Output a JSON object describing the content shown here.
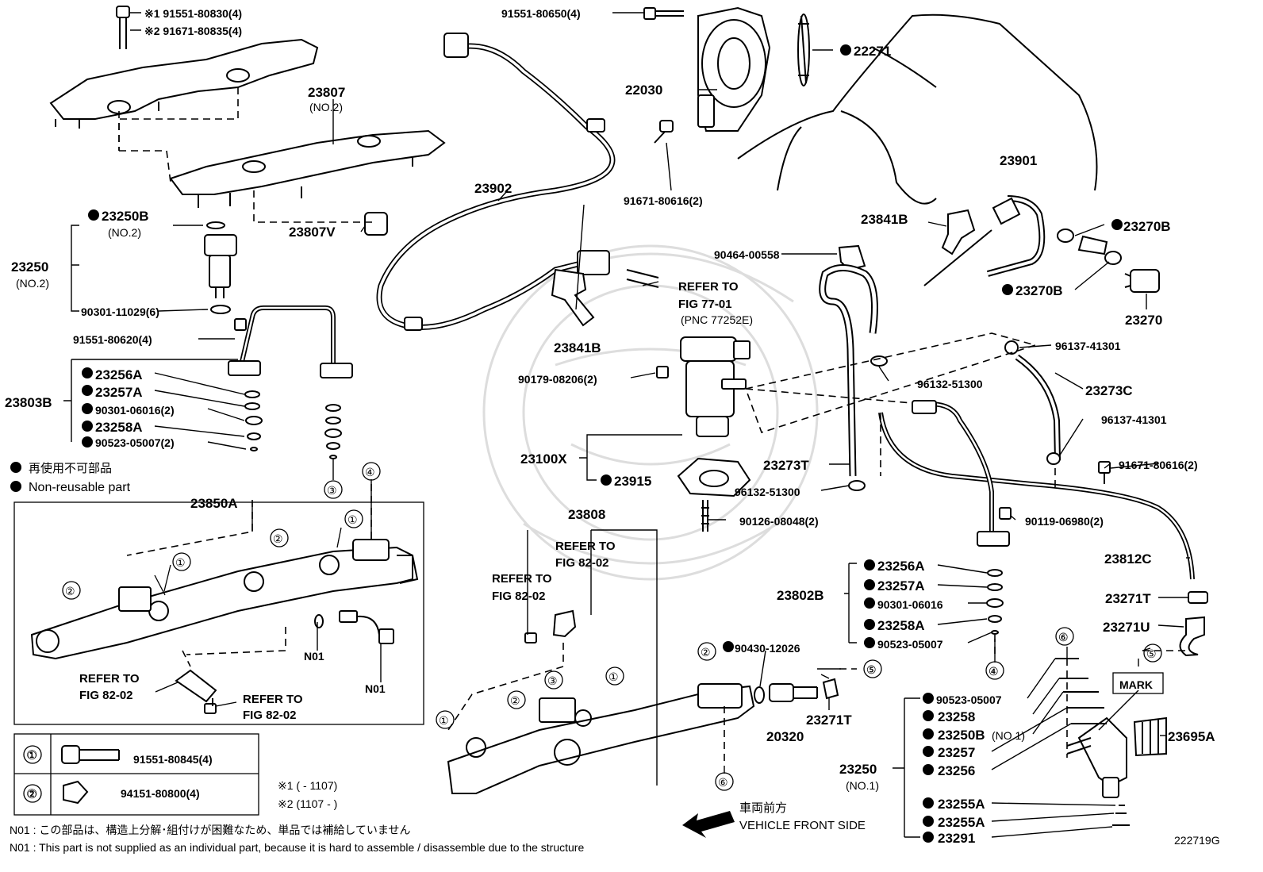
{
  "diagram_id": "222719G",
  "direction": {
    "ja": "車両前方",
    "en": "VEHICLE FRONT SIDE"
  },
  "legend": {
    "non_reusable_ja": "再使用不可部品",
    "non_reusable_en": "Non-reusable part"
  },
  "date_notes": {
    "note1": "※1 (       - 1107)",
    "note2": "※2 (1107 -      )"
  },
  "footnotes": {
    "ja": "N01 : この部品は、構造上分解･組付けが困難なため、単品では補給していません",
    "en": "N01 : This part is not supplied as an individual part, because it is hard to assemble / disassemble due to the structure"
  },
  "symbol_table": [
    {
      "symbol": "①",
      "part": "91551-80845(4)"
    },
    {
      "symbol": "②",
      "part": "94151-80800(4)"
    }
  ],
  "labels": [
    {
      "id": "l1",
      "text": "※1 91551-80830(4)",
      "cls": "pns"
    },
    {
      "id": "l2",
      "text": "※2 91671-80835(4)",
      "cls": "pns"
    },
    {
      "id": "l3",
      "text": "91551-80650(4)",
      "cls": "pns"
    },
    {
      "id": "l4",
      "text": "22271",
      "cls": "pn"
    },
    {
      "id": "l5",
      "text": "22030",
      "cls": "pn"
    },
    {
      "id": "l6",
      "text": "23807",
      "cls": "pn"
    },
    {
      "id": "l7",
      "text": "(NO.2)",
      "cls": "note"
    },
    {
      "id": "l8",
      "text": "23902",
      "cls": "pn"
    },
    {
      "id": "l9",
      "text": "91671-80616(2)",
      "cls": "pns"
    },
    {
      "id": "l10",
      "text": "23901",
      "cls": "pn"
    },
    {
      "id": "l11",
      "text": "23841B",
      "cls": "pn"
    },
    {
      "id": "l12",
      "text": "23270B",
      "cls": "pn"
    },
    {
      "id": "l13",
      "text": "23250B",
      "cls": "pn"
    },
    {
      "id": "l14",
      "text": "(NO.2)",
      "cls": "note"
    },
    {
      "id": "l15",
      "text": "23807V",
      "cls": "pn"
    },
    {
      "id": "l16",
      "text": "90464-00558",
      "cls": "pns"
    },
    {
      "id": "l17",
      "text": "23270B",
      "cls": "pn"
    },
    {
      "id": "l18",
      "text": "23270",
      "cls": "pn"
    },
    {
      "id": "l19",
      "text": "23250",
      "cls": "pn"
    },
    {
      "id": "l20",
      "text": "(NO.2)",
      "cls": "note"
    },
    {
      "id": "l21",
      "text": "REFER TO",
      "cls": "ref"
    },
    {
      "id": "l22",
      "text": "FIG 77-01",
      "cls": "ref"
    },
    {
      "id": "l23",
      "text": "(PNC 77252E)",
      "cls": "note"
    },
    {
      "id": "l24",
      "text": "90301-11029(6)",
      "cls": "pns"
    },
    {
      "id": "l25",
      "text": "91551-80620(4)",
      "cls": "pns"
    },
    {
      "id": "l26",
      "text": "23841B",
      "cls": "pn"
    },
    {
      "id": "l27",
      "text": "96137-41301",
      "cls": "pns"
    },
    {
      "id": "l28",
      "text": "23256A",
      "cls": "pn"
    },
    {
      "id": "l29",
      "text": "90179-08206(2)",
      "cls": "pns"
    },
    {
      "id": "l30",
      "text": "96132-51300",
      "cls": "pns"
    },
    {
      "id": "l31",
      "text": "23273C",
      "cls": "pn"
    },
    {
      "id": "l32",
      "text": "23257A",
      "cls": "pn"
    },
    {
      "id": "l33",
      "text": "23803B",
      "cls": "pn"
    },
    {
      "id": "l34",
      "text": "90301-06016(2)",
      "cls": "pns"
    },
    {
      "id": "l35",
      "text": "96137-41301",
      "cls": "pns"
    },
    {
      "id": "l36",
      "text": "23258A",
      "cls": "pn"
    },
    {
      "id": "l37",
      "text": "90523-05007(2)",
      "cls": "pns"
    },
    {
      "id": "l38",
      "text": "23100X",
      "cls": "pn"
    },
    {
      "id": "l39",
      "text": "23273T",
      "cls": "pn"
    },
    {
      "id": "l40",
      "text": "91671-80616(2)",
      "cls": "pns"
    },
    {
      "id": "l41",
      "text": "23850A",
      "cls": "pn"
    },
    {
      "id": "l42",
      "text": "23915",
      "cls": "pn"
    },
    {
      "id": "l43",
      "text": "96132-51300",
      "cls": "pns"
    },
    {
      "id": "l44",
      "text": "23808",
      "cls": "pn"
    },
    {
      "id": "l45",
      "text": "90126-08048(2)",
      "cls": "pns"
    },
    {
      "id": "l46",
      "text": "90119-06980(2)",
      "cls": "pns"
    },
    {
      "id": "l47",
      "text": "REFER TO",
      "cls": "ref"
    },
    {
      "id": "l48",
      "text": "FIG 82-02",
      "cls": "ref"
    },
    {
      "id": "l49",
      "text": "23812C",
      "cls": "pn"
    },
    {
      "id": "l50",
      "text": "REFER TO",
      "cls": "ref"
    },
    {
      "id": "l51",
      "text": "FIG 82-02",
      "cls": "ref"
    },
    {
      "id": "l52",
      "text": "23256A",
      "cls": "pn"
    },
    {
      "id": "l53",
      "text": "23802B",
      "cls": "pn"
    },
    {
      "id": "l54",
      "text": "23257A",
      "cls": "pn"
    },
    {
      "id": "l55",
      "text": "23271T",
      "cls": "pn"
    },
    {
      "id": "l56",
      "text": "90301-06016",
      "cls": "pns"
    },
    {
      "id": "l57",
      "text": "23258A",
      "cls": "pn"
    },
    {
      "id": "l58",
      "text": "23271U",
      "cls": "pn"
    },
    {
      "id": "l59",
      "text": "90523-05007",
      "cls": "pns"
    },
    {
      "id": "l60",
      "text": "N01",
      "cls": "pns"
    },
    {
      "id": "l61",
      "text": "REFER TO",
      "cls": "ref"
    },
    {
      "id": "l62",
      "text": "FIG 82-02",
      "cls": "ref"
    },
    {
      "id": "l63",
      "text": "N01",
      "cls": "pns"
    },
    {
      "id": "l64",
      "text": "90430-12026",
      "cls": "pns"
    },
    {
      "id": "l65",
      "text": "REFER TO",
      "cls": "ref"
    },
    {
      "id": "l66",
      "text": "FIG 82-02",
      "cls": "ref"
    },
    {
      "id": "l67",
      "text": "MARK",
      "cls": "pns"
    },
    {
      "id": "l68",
      "text": "90523-05007",
      "cls": "pns"
    },
    {
      "id": "l69",
      "text": "23258",
      "cls": "pn"
    },
    {
      "id": "l70",
      "text": "23271T",
      "cls": "pn"
    },
    {
      "id": "l71",
      "text": "20320",
      "cls": "pn"
    },
    {
      "id": "l72",
      "text": "23250B",
      "cls": "pn"
    },
    {
      "id": "l73",
      "text": "(NO.1)",
      "cls": "note"
    },
    {
      "id": "l74",
      "text": "23695A",
      "cls": "pn"
    },
    {
      "id": "l75",
      "text": "23257",
      "cls": "pn"
    },
    {
      "id": "l76",
      "text": "23250",
      "cls": "pn"
    },
    {
      "id": "l77",
      "text": "23256",
      "cls": "pn"
    },
    {
      "id": "l78",
      "text": "(NO.1)",
      "cls": "note"
    },
    {
      "id": "l79",
      "text": "23255A",
      "cls": "pn"
    },
    {
      "id": "l80",
      "text": "23255A",
      "cls": "pn"
    },
    {
      "id": "l81",
      "text": "23291",
      "cls": "pn"
    },
    {
      "id": "l82",
      "text": "①",
      "cls": "note"
    },
    {
      "id": "l83",
      "text": "②",
      "cls": "note"
    },
    {
      "id": "l84",
      "text": "③",
      "cls": "note"
    },
    {
      "id": "l85",
      "text": "④",
      "cls": "note"
    },
    {
      "id": "l86",
      "text": "⑤",
      "cls": "note"
    },
    {
      "id": "l87",
      "text": "⑥",
      "cls": "note"
    },
    {
      "id": "l88",
      "text": "③",
      "cls": "note"
    },
    {
      "id": "l89",
      "text": "④",
      "cls": "note"
    },
    {
      "id": "l90",
      "text": "①",
      "cls": "note"
    },
    {
      "id": "l91",
      "text": "②",
      "cls": "note"
    },
    {
      "id": "l92",
      "text": "①",
      "cls": "note"
    },
    {
      "id": "l93",
      "text": "②",
      "cls": "note"
    },
    {
      "id": "l94",
      "text": "②",
      "cls": "note"
    },
    {
      "id": "l95",
      "text": "①",
      "cls": "note"
    },
    {
      "id": "l96",
      "text": "②",
      "cls": "note"
    },
    {
      "id": "l97",
      "text": "①",
      "cls": "note"
    },
    {
      "id": "l98",
      "text": "⑥",
      "cls": "note"
    },
    {
      "id": "l99",
      "text": "④",
      "cls": "note"
    },
    {
      "id": "l100",
      "text": "⑤",
      "cls": "note"
    },
    {
      "id": "l101",
      "text": "⑤",
      "cls": "note"
    },
    {
      "id": "l102",
      "text": "⑥",
      "cls": "note"
    }
  ]
}
